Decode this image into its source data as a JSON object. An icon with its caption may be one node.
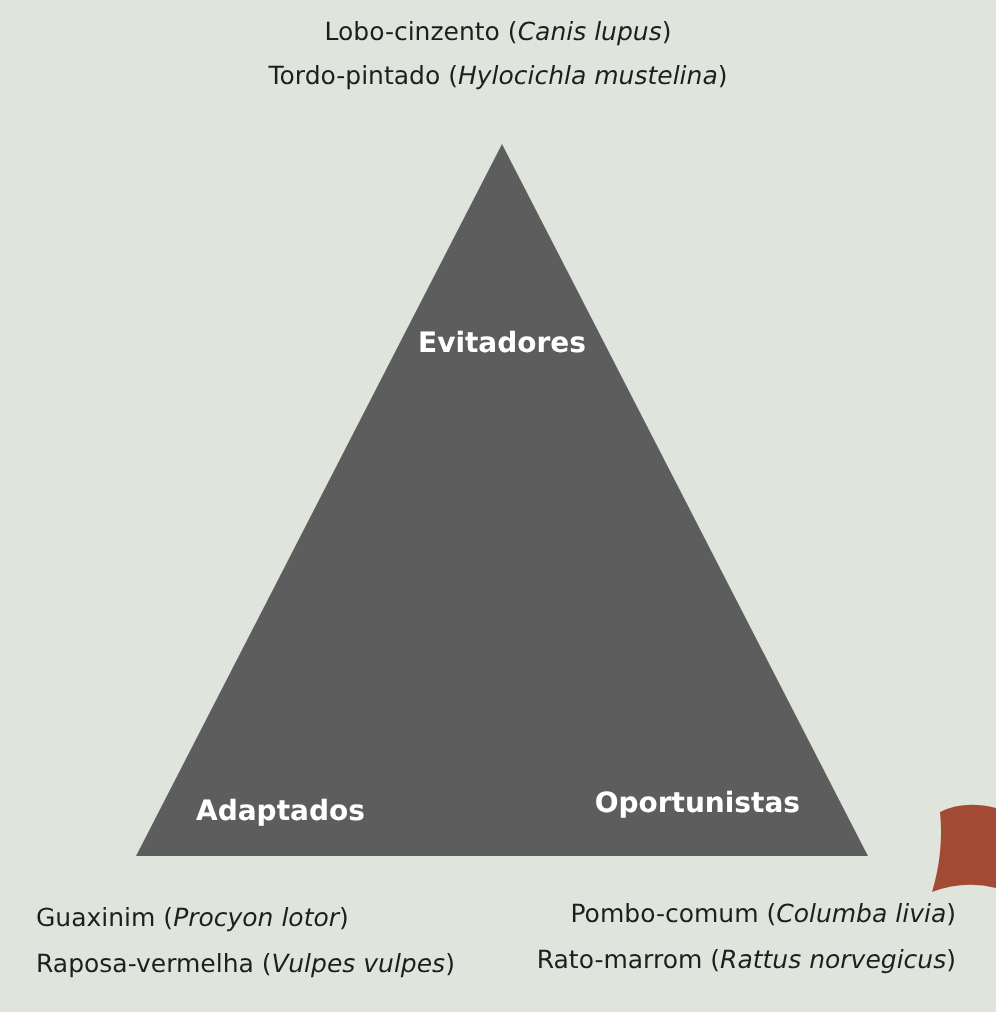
{
  "diagram": {
    "nodes": [
      {
        "text": [
          "Evitadores",
          "Adaptados",
          "Oportunistas"
        ]
      }
    ],
    "labels": [
      "Lobo-cinzento (*Canis lupus*)",
      "Tordo-pintado (*Hylocichla mustelina*)",
      "Guaxinim (*Procyon lotor*)",
      "Raposa-vermelha (*Vulpes vulpes*)",
      "Pombo-comum (*Columba livia*)",
      "Rato-marrom (*Rattus norvegicus*)"
    ]
  }
}
